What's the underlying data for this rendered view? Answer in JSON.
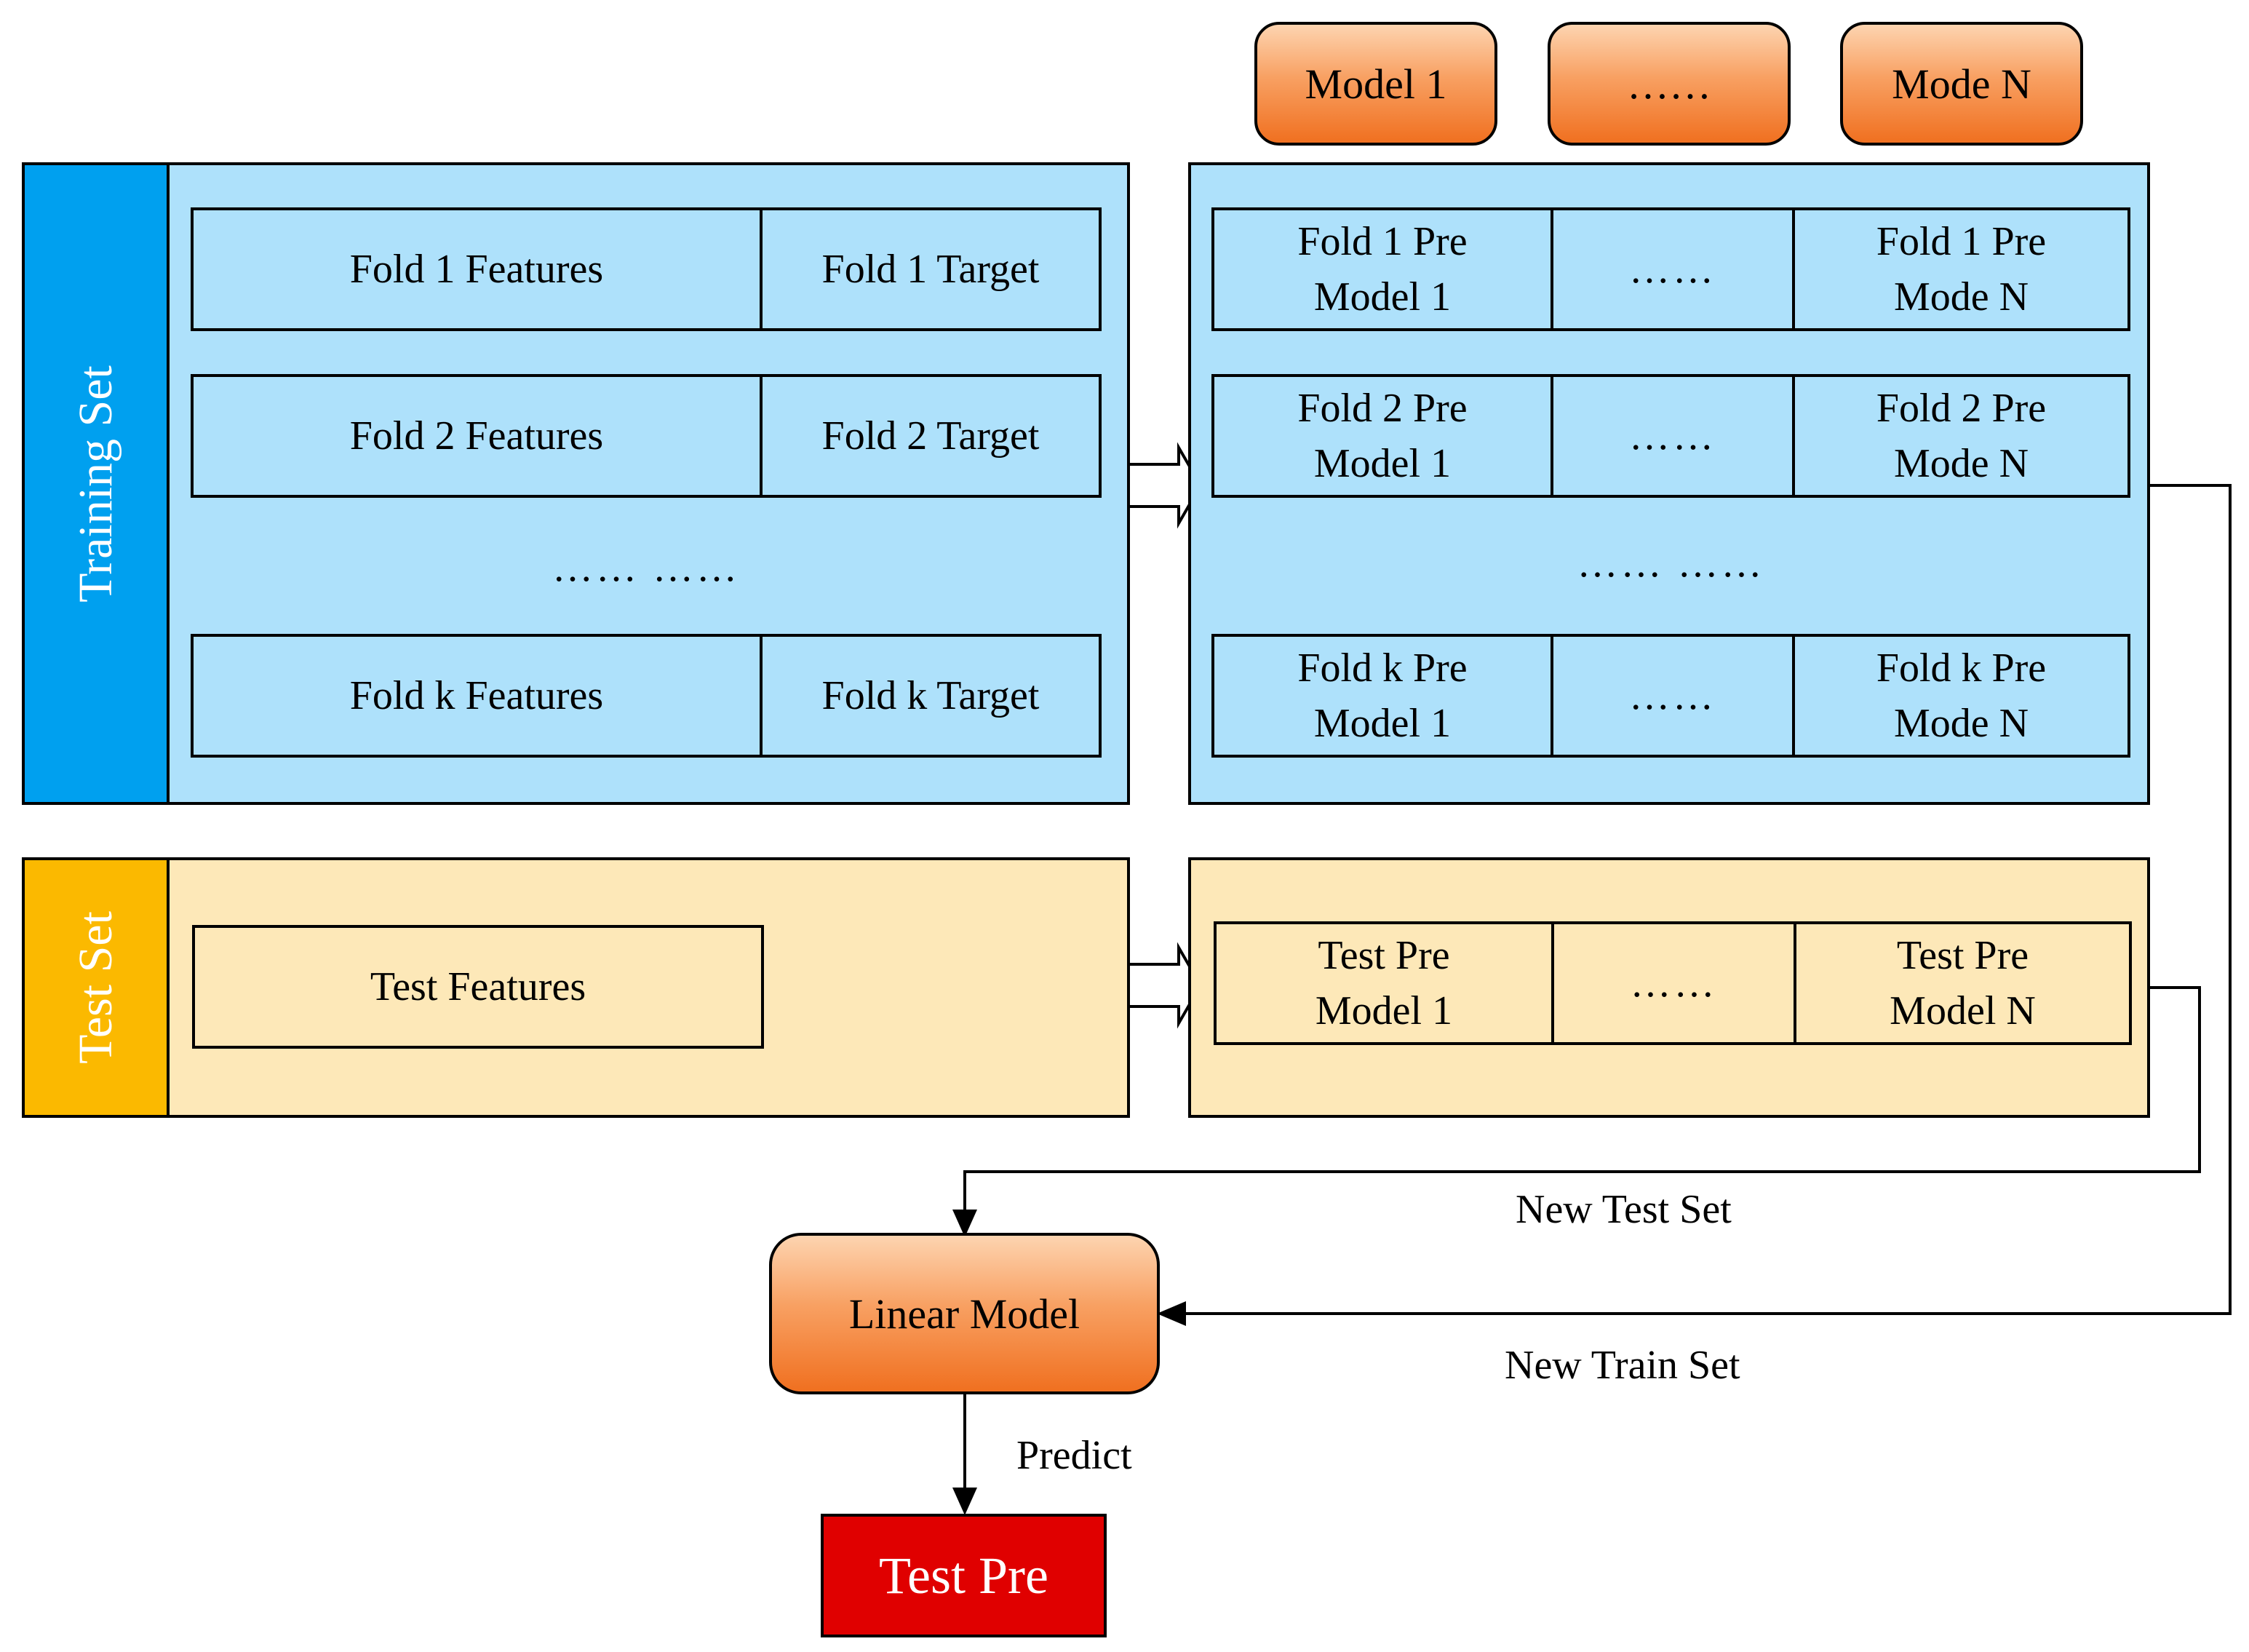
{
  "training": {
    "label": "Training Set",
    "rows": [
      {
        "features": "Fold 1 Features",
        "target": "Fold 1 Target"
      },
      {
        "features": "Fold 2 Features",
        "target": "Fold 2 Target"
      },
      {
        "features": "Fold k Features",
        "target": "Fold k Target"
      }
    ],
    "ellipsis": "…… ……"
  },
  "test": {
    "label": "Test Set",
    "features": "Test Features"
  },
  "models": {
    "first": "Model 1",
    "middle": "……",
    "last": "Mode N"
  },
  "predictions": {
    "rows": [
      {
        "first": "Fold 1 Pre\nModel 1",
        "middle": "……",
        "last": "Fold 1 Pre\nMode N"
      },
      {
        "first": "Fold 2 Pre\nModel 1",
        "middle": "……",
        "last": "Fold 2 Pre\nMode N"
      },
      {
        "first": "Fold k Pre\nModel 1",
        "middle": "……",
        "last": "Fold k Pre\nMode N"
      }
    ],
    "ellipsis": "…… ……",
    "test_row": {
      "first": "Test Pre\nModel 1",
      "middle": "……",
      "last": "Test Pre\nModel N"
    }
  },
  "flow": {
    "new_test_set": "New Test Set",
    "new_train_set": "New Train Set",
    "linear_model": "Linear Model",
    "predict": "Predict",
    "test_pre": "Test Pre"
  },
  "colors": {
    "panel_blue": "#aee1fb",
    "side_blue": "#00a0ef",
    "panel_tan": "#fde8b8",
    "side_amber": "#fbb900",
    "model_orange": "#f07020",
    "result_red": "#e00000"
  }
}
